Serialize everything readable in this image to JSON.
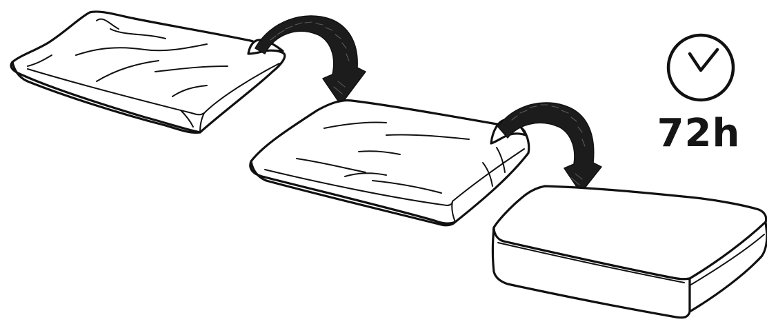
{
  "instruction": {
    "duration_label": "72h",
    "icon": "clock-icon",
    "steps": [
      {
        "name": "compressed-cushion",
        "state": "vacuum-packed"
      },
      {
        "name": "expanding-cushion",
        "state": "expanding"
      },
      {
        "name": "expanded-cushion",
        "state": "fully expanded"
      }
    ],
    "arrows": [
      "flip-arrow-1",
      "flip-arrow-2"
    ]
  },
  "colors": {
    "ink": "#111111",
    "background": "#ffffff"
  }
}
